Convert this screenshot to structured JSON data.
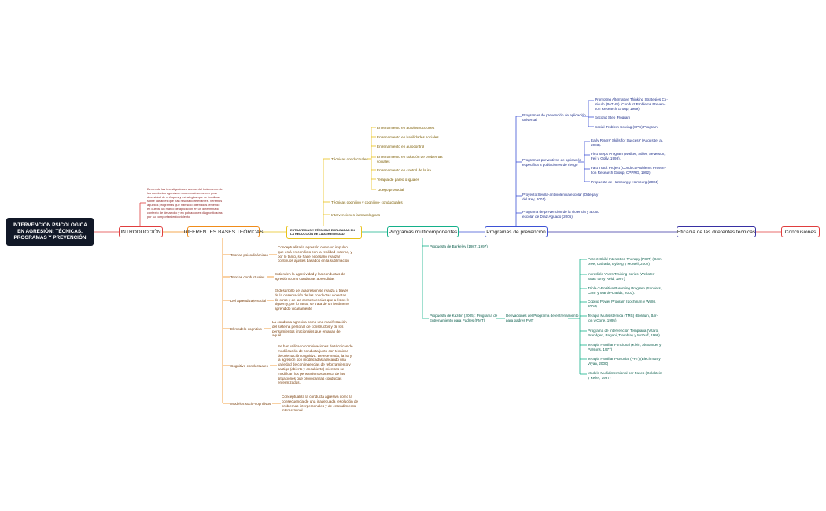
{
  "root": "INTERVENCIÓN PSICOLÓGICA EN AGRESIÓN: TÉCNICAS, PROGRAMAS Y PREVENCIÓN",
  "hubs": {
    "introduccion": "INTRODUCCIÓN",
    "bases": "DIFERENTES BASES TEÓRICAS",
    "estrategias": "ESTRATEGIAS Y TÉCNICAS EMPLEADAS EN LA REDUCCIÓN DE LA AGRESIVIDAD",
    "multicomponentes": "Programas multicomponentes",
    "prevencion": "Programas de prevención",
    "eficacia": "Eficacia de las diferentes técnicas",
    "conclusiones": "Conclusiones"
  },
  "intro_text": "Dentro de las investigaciones acerca del tratamiento de\nlas conductas agresivas nos encontramos con gran\ndiversidad de enfoques y estrategias que se focalizan\nsobre variables que han resultado relevantes. Veremos\naquellos programas que han sido diseñados teniendo\nen cuenta un marco de aplicación en un determinado\ncontexto de desarrollo y en poblaciones diagnosticadas\npor su comportamiento violento.",
  "bases": [
    {
      "label": "Teorías psicodinámicas",
      "desc": "Conceptualiza la agresión como un impulso\nque está en conflicto con la realidad externa, y\npor lo tanto, se hace necesario realizar\ncontinuos ajustes basados en la sublimación"
    },
    {
      "label": "Teorías conductuales",
      "desc": "Entienden la agresividad y las conductas de\nagresión como conductas aprendidas"
    },
    {
      "label": "Del aprendizaje social",
      "desc": "El desarrollo de la agresión se realiza a través\nde la observación de las conductas violentas\nde otros y de las consecuencias que a éstos le\nsiguen y, por lo tanto, se trata de un fenómeno\naprendido vicariamente"
    },
    {
      "label": "El modelo cognitivo",
      "desc": "La conducta agresiva como una manifestación\ndel sistema personal de constructos y de los\npensamientos irracionales que emanan de\naquél."
    },
    {
      "label": "Cognitivo-conductuales",
      "desc": "Se han utilizado combinaciones de técnicas de\nmodificación de conducta junto con técnicas\nde orientación cognitiva. De ese modo, la ira y\nla agresión son modificadas aplicando una\nvariedad de contingencias de reforzamiento y\ncastigo (abierto y encubierto) mientras se\nmodifican los pensamientos acerca de las\nsituaciones que provocan las conductas\nenfermizadas."
    },
    {
      "label": "Modelos socio-cognitivos",
      "desc": "Conceptualiza la conducta agresiva como la\nconsecuencia de una inadecuada resolución de\nproblemas interpersonales y de entendimiento\ninterpersonal"
    }
  ],
  "estrategias": {
    "tecnicas_conductuales": "Técnicas conductuales",
    "conductuales_items": [
      "Entrenamiento en autoinstrucciones",
      "Entrenamiento en habilidades sociales",
      "Entrenamiento en autocontrol",
      "Entrenamiento en solución de problemas\nsociales",
      "Entrenamiento en control de la ira",
      "Terapia de pareo o iguales",
      "Juego prosocial"
    ],
    "cognitivo_conductuales": "Técnicas cognitivo y cognitivo- conductuales",
    "farmacologicas": "Intervenciones farmacológicas"
  },
  "multicomponentes": {
    "barkeley": "Propuesta de Barkeley (1987, 1997)",
    "kazdin": "Propuesta de Kazdin (2005): Programa de\nEntrenamiento para Padres (PMT)",
    "pmt": "Derivaciones del Programa de entrenamiento\npara padres PMT",
    "pmt_items": [
      "Parent-Child Interaction Therapy (PCIT) (Hem-\nbree, Calzada, Eyberg y McNeil, 2002)",
      "Incredible Years Training Series (Webster-\nStrat- ton y Reid, 1997)",
      "Triple-T-Positive Parenting Program (Sanders,\nCann y Markie-Dadds, 2003).",
      "Coping Power Program (Lochman y Wells,\n2004)",
      "Terapia Multisistémica (TMS) (Borduin, Bar-\nton y Cone, 1995)",
      "Programa de Intervención Temprana (Vitaro,\nBrendgen, Pagani, Tremblay y McDuff, 1999)",
      "Terapia Familiar Funcional (Klein, Alexander y\nParsons, 1977)",
      "Terapia Familiar Prosocial (PFT) (Blechman y\nVryan, 2000)",
      "Modelo Multidimensional por Fases (Goldstein\ny Keller, 1987)"
    ]
  },
  "prevencion": {
    "universal": "Programas de prevención de aplicación\nuniversal",
    "universal_items": [
      "Promoting Alternative Thinking Strategies Cu-\nrriculo (PATHS) (Conduct Problems Preven-\ntion Research Group, 1999)",
      "Second Step Program",
      "Social Problem Solving (SPS) Program"
    ],
    "riesgo": "Programas preventivos de aplicación\nespecífica a poblaciones de riesgo",
    "riesgo_items": [
      "Early Risers' Skills for Success' (August et al,\n2003).",
      "First Steps Program (Walker, Stiller, Severson,\nFeil y Golly, 1998).",
      "Fast Track Project (Conduct Problems Preven-\ntion Research Group, CPPRG, 1992)",
      "Propuesta de Hamburg y Hamburg (2004)"
    ],
    "sevilla": "Proyecto Sevilla-antiviolencia escolar (Ortega y\ndel Rey, 2001)",
    "acoso": "Programa de prevención de la violencia y acoso\nescolar de Díaz-Aguado (2005)"
  },
  "colors": {
    "root_bg": "#111827",
    "red": "#e03e3e",
    "orange": "#f08c1a",
    "yellow": "#e8c21a",
    "teal": "#14b08a",
    "blue": "#3d52d5",
    "indigo": "#3730a3",
    "intro_text": "#8b1d1d",
    "bases_text": "#7a3e0a",
    "estrategias_text": "#7a5b00",
    "multi_text": "#0b5e4c",
    "prev_text": "#1e2f8a"
  }
}
